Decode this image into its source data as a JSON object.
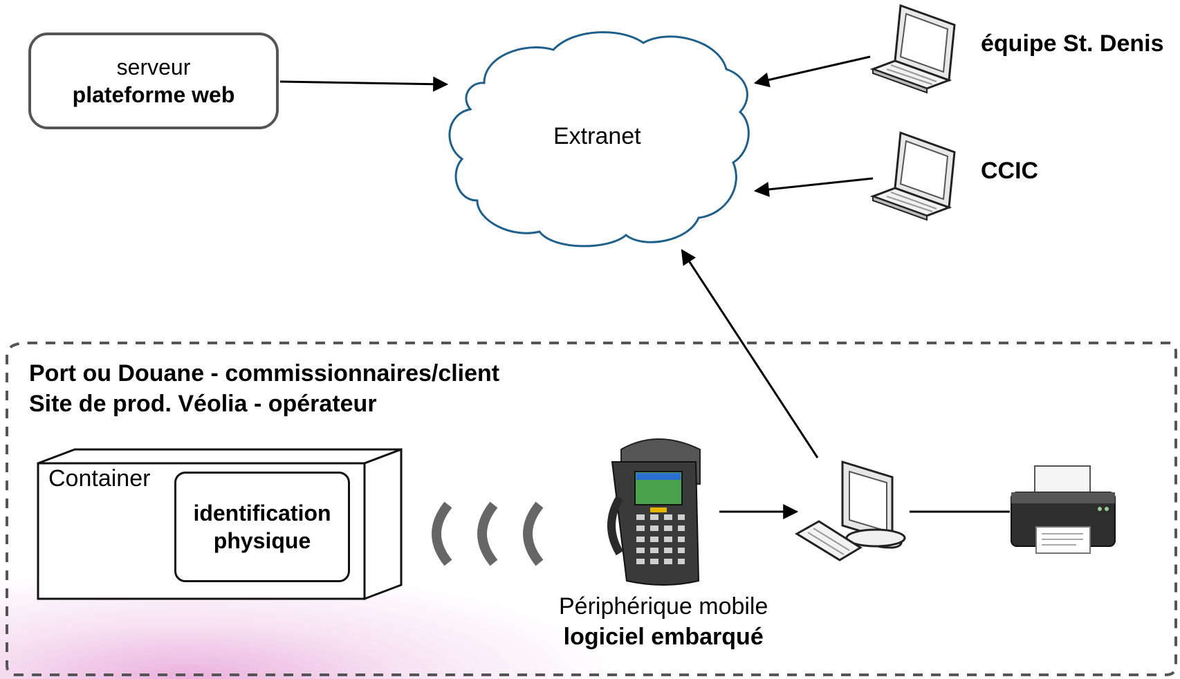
{
  "nodes": {
    "server": {
      "line1": "serveur",
      "line2": "plateforme web"
    },
    "cloud": {
      "label": "Extranet"
    },
    "team_st_denis": {
      "label": "équipe St. Denis"
    },
    "ccic": {
      "label": "CCIC"
    },
    "zone": {
      "line1": "Port ou Douane - commissionnaires/client",
      "line2": "Site de prod. Véolia - opérateur"
    },
    "container": {
      "label": "Container"
    },
    "identification": {
      "line1": "identification",
      "line2": "physique"
    },
    "mobile_device": {
      "line1": "Périphérique mobile",
      "line2": "logiciel embarqué"
    }
  },
  "icons": [
    "laptop-icon",
    "laptop-icon",
    "rfid-scanner-icon",
    "desktop-computer-icon",
    "printer-icon",
    "wireless-signal-icon"
  ],
  "colors": {
    "cloud_stroke": "#1f5f8b",
    "zone_border": "#555555",
    "background_glow": "#e496d2"
  }
}
